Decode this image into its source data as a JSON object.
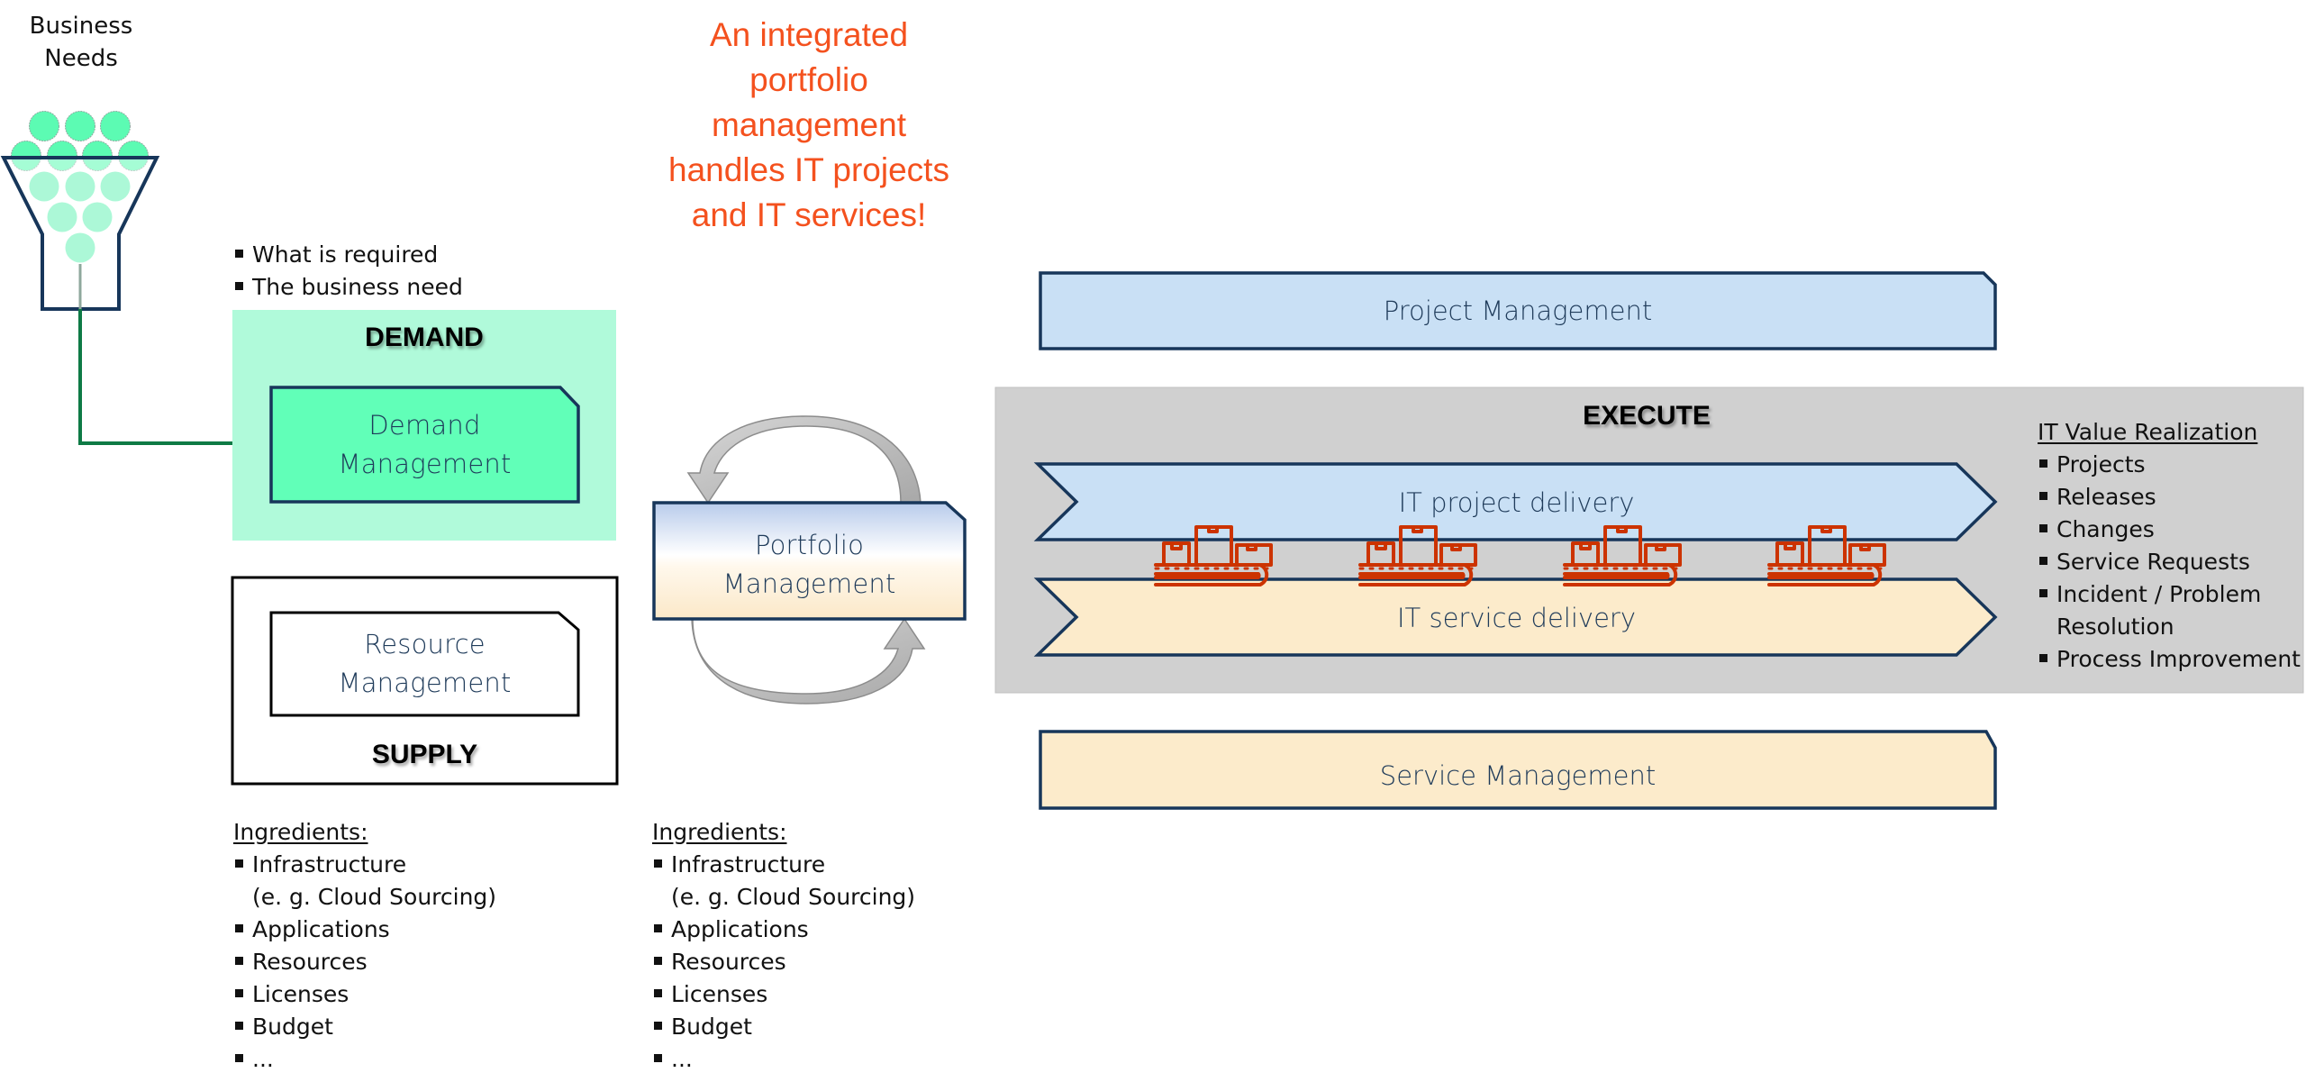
{
  "business_needs": {
    "line1": "Business",
    "line2": "Needs",
    "icon": "funnel-icon"
  },
  "headline": {
    "lines": [
      "An integrated",
      "portfolio",
      "management",
      "handles IT projects",
      "and IT services!"
    ],
    "color": "#F4511E"
  },
  "demand": {
    "bullets": [
      "What is required",
      "The business need"
    ],
    "heading": "DEMAND",
    "box_line1": "Demand",
    "box_line2": "Management",
    "panel_color": "#B0FADA",
    "box_color": "#61FFB8"
  },
  "supply": {
    "heading": "SUPPLY",
    "box_line1": "Resource",
    "box_line2": "Management",
    "ingredients_header": "Ingredients:",
    "ingredients": [
      {
        "text": "Infrastructure",
        "cont": "(e. g. Cloud Sourcing)"
      },
      {
        "text": "Applications"
      },
      {
        "text": "Resources"
      },
      {
        "text": "Licenses"
      },
      {
        "text": "Budget"
      },
      {
        "text": "..."
      }
    ]
  },
  "portfolio": {
    "box_line1": "Portfolio",
    "box_line2": "Management",
    "ingredients_header": "Ingredients:",
    "ingredients": [
      {
        "text": "Infrastructure",
        "cont": "(e. g. Cloud Sourcing)"
      },
      {
        "text": "Applications"
      },
      {
        "text": "Resources"
      },
      {
        "text": "Licenses"
      },
      {
        "text": "Budget"
      },
      {
        "text": "..."
      }
    ]
  },
  "project_management": {
    "label": "Project Management",
    "color": "#C9E0F5"
  },
  "execute": {
    "heading": "EXECUTE",
    "panel_color": "#D0D0D0",
    "project_delivery": "IT project delivery",
    "service_delivery": "IT service delivery",
    "conveyor_icon": "conveyor-belt-icon",
    "conveyor_count": 4,
    "conveyor_color": "#CC3300"
  },
  "service_management": {
    "label": "Service Management",
    "color": "#FCEBCB"
  },
  "value_realization": {
    "header": "IT Value Realization",
    "items": [
      {
        "text": "Projects"
      },
      {
        "text": "Releases"
      },
      {
        "text": "Changes"
      },
      {
        "text": "Service Requests"
      },
      {
        "text": "Incident / Problem",
        "cont": "Resolution"
      },
      {
        "text": "Process Improvement"
      }
    ]
  }
}
